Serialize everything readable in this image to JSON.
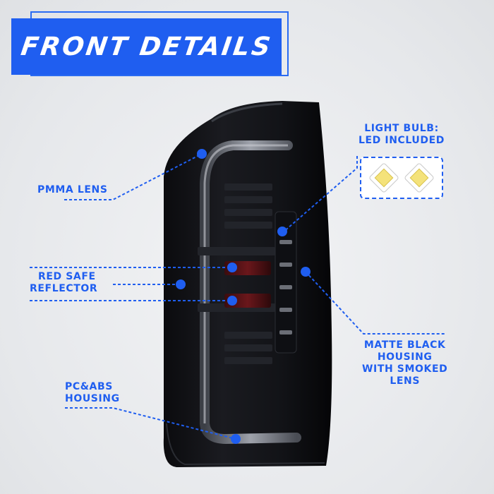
{
  "banner": {
    "title": "FRONT DETAILS"
  },
  "callouts": {
    "pmma": {
      "line1": "PMMA LENS"
    },
    "red_reflector": {
      "line1": "RED SAFE",
      "line2": "REFLECTOR"
    },
    "pcabs": {
      "line1": "PC&ABS",
      "line2": "HOUSING"
    },
    "light_bulb": {
      "line1": "LIGHT BULB:",
      "line2": "LED INCLUDED"
    },
    "matte": {
      "line1": "MATTE BLACK",
      "line2": "HOUSING",
      "line3": "WITH SMOKED",
      "line4": "LENS"
    }
  },
  "colors": {
    "accent": "#1f5ef0",
    "lamp_body": "#0d0d10",
    "reflector": "#5a1216",
    "led_chip": "#f4e27a"
  },
  "icons": [
    "led-chip-icon",
    "callout-dot-icon"
  ]
}
